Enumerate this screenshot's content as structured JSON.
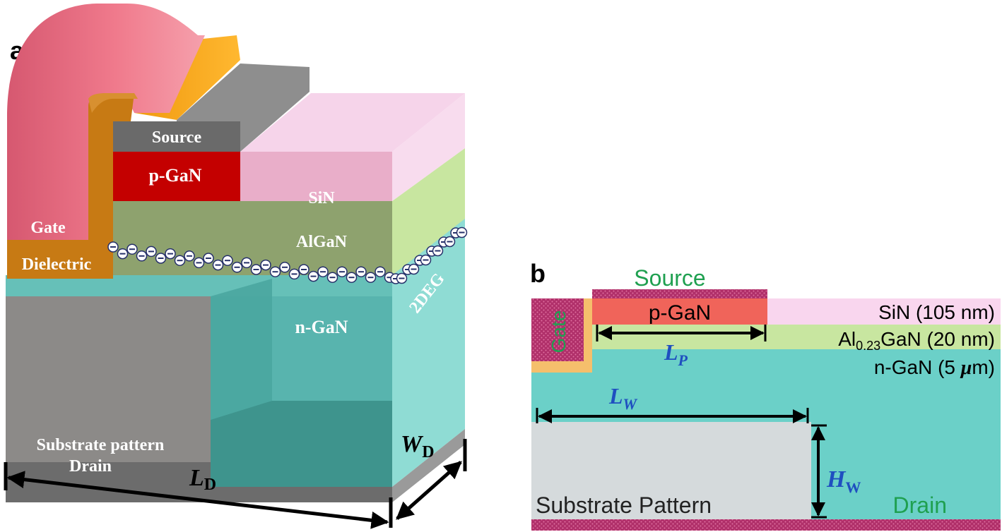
{
  "panel_a": {
    "panel_label": "a",
    "labels": {
      "source": "Source",
      "pgan": "p-GaN",
      "sin": "SiN",
      "gate": "Gate",
      "algan": "AlGaN",
      "dielectric": "Dielectric",
      "twodeg": "2DEG",
      "ngan": "n-GaN",
      "substrate": "Substrate pattern",
      "drain": "Drain"
    },
    "dim_ld_main": "L",
    "dim_ld_sub": "D",
    "dim_wd_main": "W",
    "dim_wd_sub": "D"
  },
  "panel_b": {
    "panel_label": "b",
    "labels": {
      "source": "Source",
      "pgan": "p-GaN",
      "gate": "Gate",
      "sin": "SiN (105 nm)",
      "algan_pre": "Al",
      "algan_sub": "0.23",
      "algan_post": "GaN (20 nm)",
      "ngan_pre": "n-GaN (5 ",
      "ngan_mu": "μ",
      "ngan_post": "m)",
      "substrate": "Substrate Pattern",
      "drain": "Drain"
    },
    "dim_lp_main": "L",
    "dim_lp_sub": "P",
    "dim_lw_main": "L",
    "dim_lw_sub": "W",
    "dim_hw_main": "H",
    "dim_hw_sub": "W"
  },
  "colors": {
    "gate_pink": "#e06a7a",
    "pgan_red": "#c40000",
    "pgan_b": "#f0645a",
    "sin_pink": "#f6cbe6",
    "algan_green": "#c8e6a0",
    "ngan_teal": "#6bd0c8",
    "substrate_grey": "#8a8a8a",
    "dielectric_orange": "#c77a14",
    "label_green": "#1fa050",
    "dim_blue": "#1f4fc0"
  }
}
